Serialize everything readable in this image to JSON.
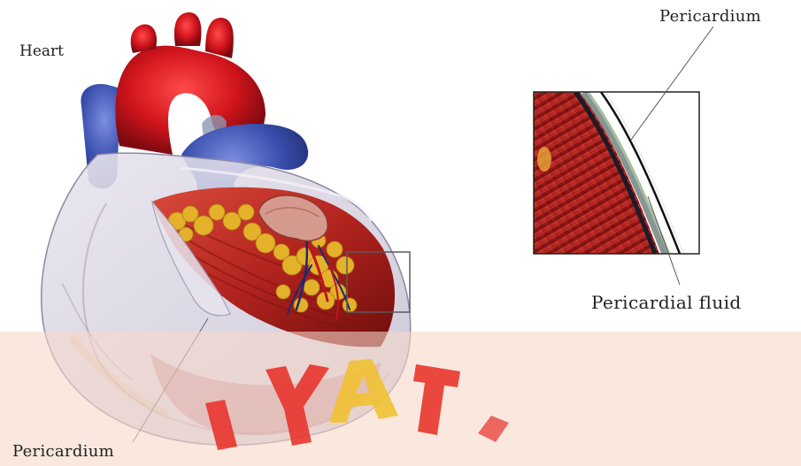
{
  "labels": {
    "heart": "Heart",
    "pericardium_top": "Pericardium",
    "pericardial_fluid": "Pericardial fluid",
    "pericardium_bottom": "Pericardium"
  },
  "watermark": {
    "text": "IYAT",
    "color": "#e8312a",
    "accent": "#f2c230"
  },
  "colors": {
    "artery_red": "#c8121c",
    "vein_blue": "#3347a6",
    "muscle": "#b2231e",
    "fat_yellow": "#e6b52a",
    "pericardium_sac": "#c9c6d8"
  }
}
